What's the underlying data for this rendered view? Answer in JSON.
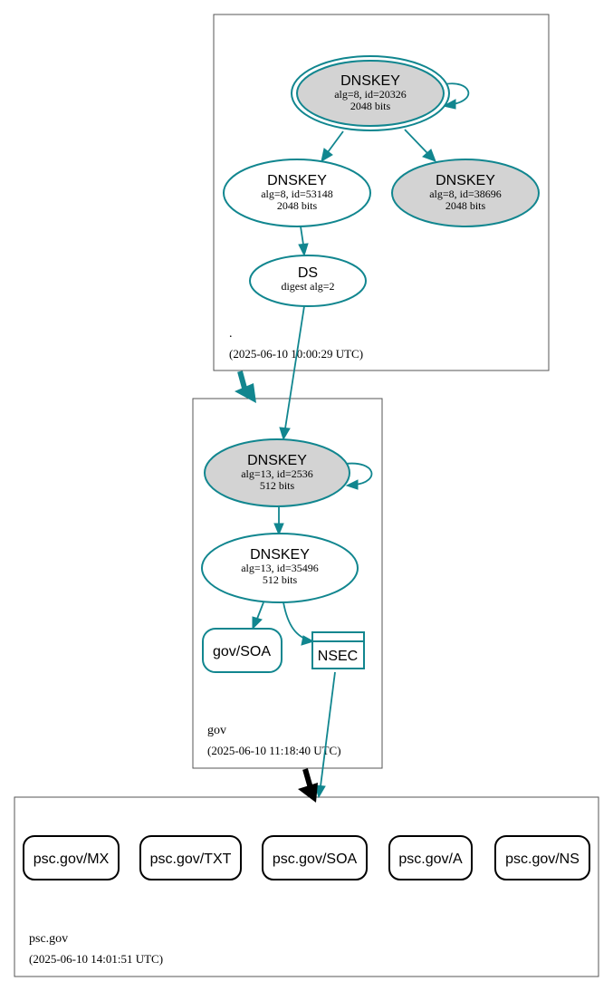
{
  "zones": {
    "root": {
      "name": ".",
      "timestamp": "(2025-06-10 10:00:29 UTC)",
      "nodes": {
        "ksk": {
          "title": "DNSKEY",
          "line1": "alg=8, id=20326",
          "line2": "2048 bits"
        },
        "zsk": {
          "title": "DNSKEY",
          "line1": "alg=8, id=53148",
          "line2": "2048 bits"
        },
        "key3": {
          "title": "DNSKEY",
          "line1": "alg=8, id=38696",
          "line2": "2048 bits"
        },
        "ds": {
          "title": "DS",
          "line1": "digest alg=2"
        }
      }
    },
    "gov": {
      "name": "gov",
      "timestamp": "(2025-06-10 11:18:40 UTC)",
      "nodes": {
        "ksk": {
          "title": "DNSKEY",
          "line1": "alg=13, id=2536",
          "line2": "512 bits"
        },
        "zsk": {
          "title": "DNSKEY",
          "line1": "alg=13, id=35496",
          "line2": "512 bits"
        },
        "soa": {
          "label": "gov/SOA"
        },
        "nsec": {
          "label": "NSEC"
        }
      }
    },
    "psc": {
      "name": "psc.gov",
      "timestamp": "(2025-06-10 14:01:51 UTC)",
      "records": [
        "psc.gov/MX",
        "psc.gov/TXT",
        "psc.gov/SOA",
        "psc.gov/A",
        "psc.gov/NS"
      ]
    }
  },
  "colors": {
    "edge": "#11868f",
    "trust_anchor_fill": "#d3d3d3",
    "zone_border": "#555555",
    "delegation_arrow_root_gov": "#11868f",
    "delegation_arrow_gov_psc": "#000000"
  }
}
